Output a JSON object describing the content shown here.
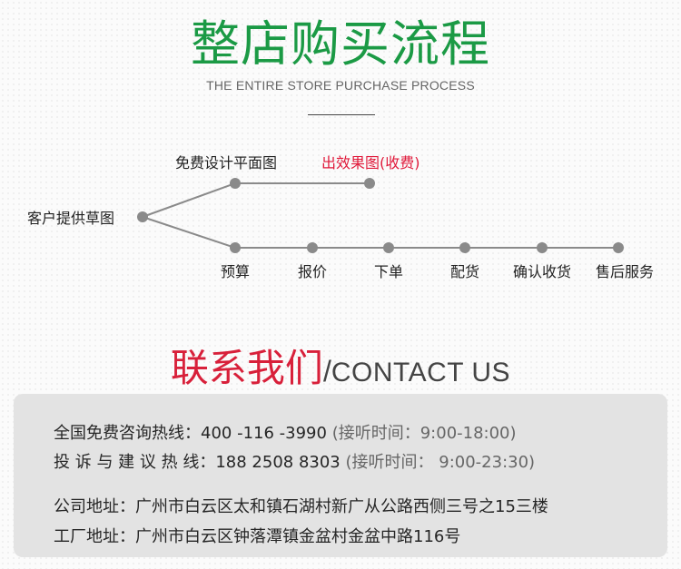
{
  "header": {
    "title_cn": "整店购买流程",
    "title_en": "THE ENTIRE STORE PURCHASE PROCESS"
  },
  "flow": {
    "start": "客户提供草图",
    "upper_steps": [
      "免费设计平面图",
      "出效果图(收费)"
    ],
    "lower_steps": [
      "预算",
      "报价",
      "下单",
      "配货",
      "确认收货",
      "售后服务"
    ],
    "line_color": "#8a8a8a",
    "highlight_color": "#e0193a"
  },
  "contact": {
    "heading_cn": "联系我们",
    "heading_slash": "/",
    "heading_en": "CONTACT US",
    "hotline_label": "全国免费咨询热线：",
    "hotline_number": "400 -116 -3990",
    "hotline_hours": "(接听时间：9:00-18:00)",
    "complaint_label": "投 诉 与 建 议 热 线：",
    "complaint_number": "188 2508 8303",
    "complaint_hours": "(接听时间： 9:00-23:30)",
    "company_address": "公司地址：广州市白云区太和镇石湖村新广从公路西侧三号之15三楼",
    "factory_address": "工厂地址：广州市白云区钟落潭镇金盆村金盆中路116号"
  },
  "colors": {
    "title_green": "#1b9a45",
    "contact_red": "#d8203a",
    "panel_bg": "#e3e3e3"
  }
}
